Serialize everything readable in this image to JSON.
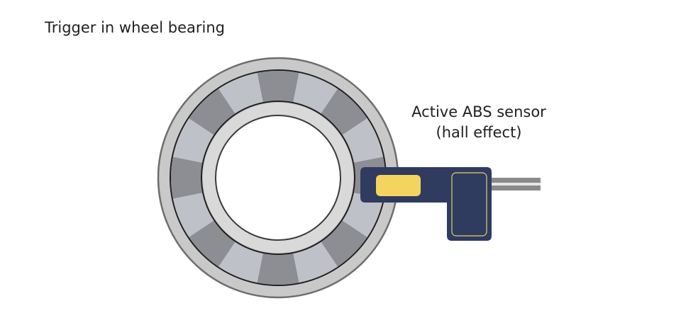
{
  "title": "Trigger in wheel bearing",
  "sensor_label": {
    "line1": "Active ABS sensor",
    "line2": "(hall effect)"
  },
  "colors": {
    "outer_ring": "#c9c9c9",
    "trigger_light": "#bfc1c8",
    "trigger_dark": "#8c8e93",
    "inner_ring": "#d9d9d9",
    "sensor_body": "#2d3a5c",
    "sensor_element": "#f5d35f",
    "cable": "#999999"
  }
}
